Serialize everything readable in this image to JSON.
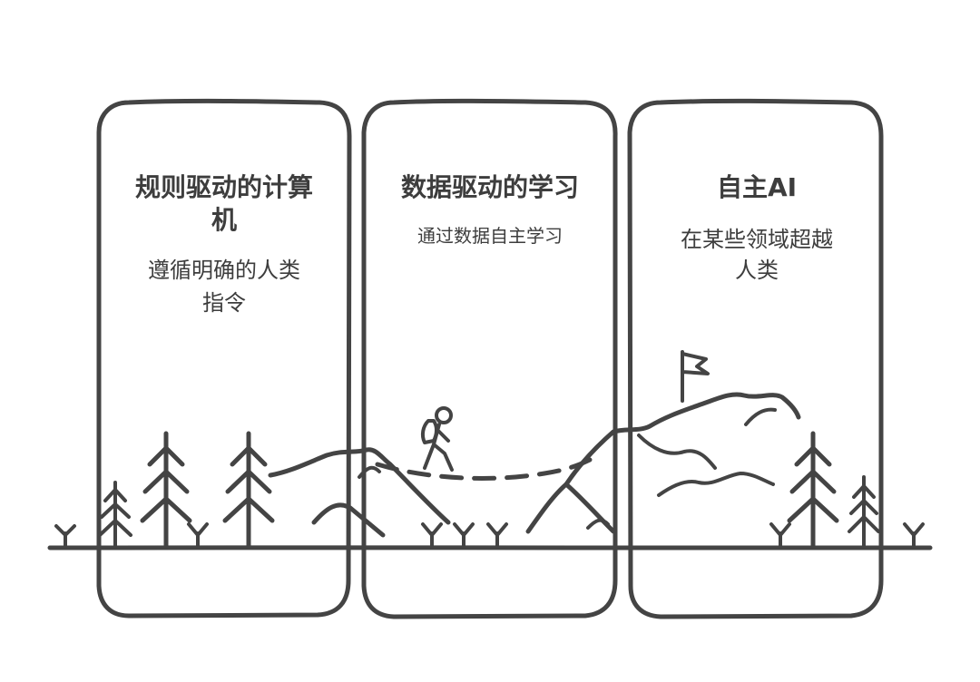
{
  "panels": [
    {
      "title_lines": [
        "规则驱动的计算",
        "机"
      ],
      "desc_lines": [
        "遵循明确的人类",
        "指令"
      ]
    },
    {
      "title_lines": [
        "数据驱动的学习"
      ],
      "desc_lines": [
        "通过数据自主学习"
      ]
    },
    {
      "title_lines": [
        "自主AI"
      ],
      "desc_lines": [
        "在某些领域超越",
        "人类"
      ]
    }
  ],
  "colors": {
    "ink": "#444444",
    "text": "#3d3d3d",
    "background": "#ffffff"
  },
  "icons": [
    "pine-tree-icon",
    "hiker-icon",
    "mountain-icon",
    "summit-flag-icon",
    "grass-sprout-icon"
  ]
}
